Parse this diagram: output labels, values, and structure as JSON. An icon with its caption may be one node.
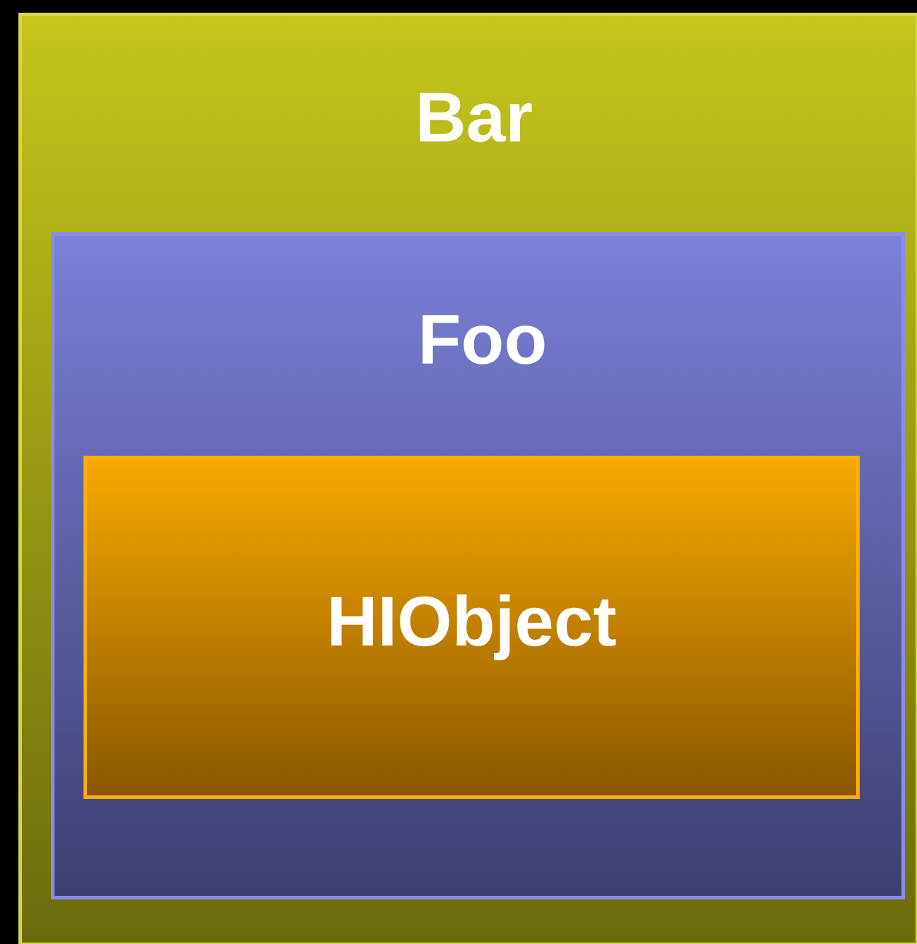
{
  "diagram": {
    "nodes": [
      {
        "text": [
          "Bar"
        ]
      },
      {
        "text": [
          "Foo"
        ],
        "in": 0
      },
      {
        "text": [
          "HIObject"
        ],
        "in": 1
      }
    ]
  }
}
